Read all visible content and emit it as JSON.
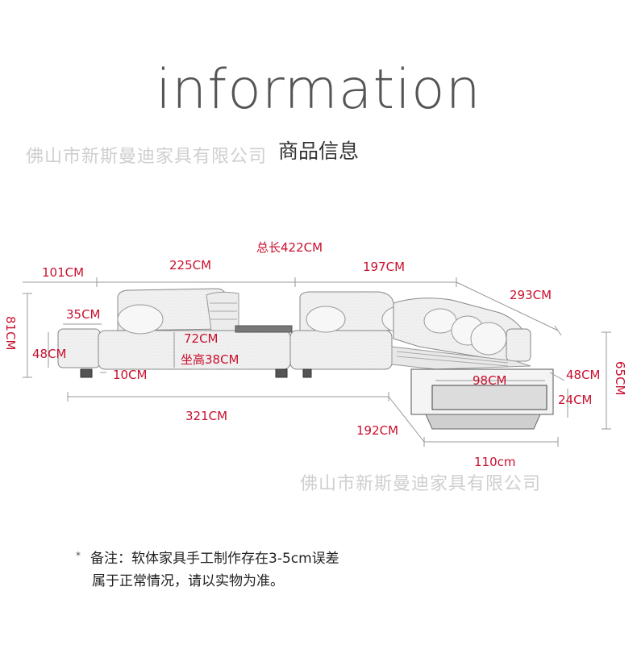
{
  "header": {
    "title": "information",
    "subtitle": "商品信息"
  },
  "watermark": {
    "text_top": "佛山市新斯曼迪家具有限公司",
    "text_bottom": "佛山市新斯曼迪家具有限公司"
  },
  "dimensions": {
    "total_length": "总长422CM",
    "arm_width": "101CM",
    "left_section": "225CM",
    "right_section": "197CM",
    "diagonal": "293CM",
    "height_total": "81CM",
    "arm_height": "35CM",
    "seat_front_height": "48CM",
    "back_depth": "72CM",
    "seat_height": "坐高38CM",
    "leg_height": "10CM",
    "bottom_length": "321CM",
    "chaise_diagonal": "192CM",
    "ottoman_width": "98CM",
    "ottoman_depth_label": "48CM",
    "ottoman_height": "24CM",
    "right_height": "65CM",
    "ottoman_length": "110cm"
  },
  "note": {
    "line1": "备注：软体家具手工制作存在3-5cm误差",
    "line2": "属于正常情况，请以实物为准。"
  },
  "colors": {
    "dimension": "#c8102e",
    "title": "#555555",
    "watermark": "#cfcfcf"
  }
}
